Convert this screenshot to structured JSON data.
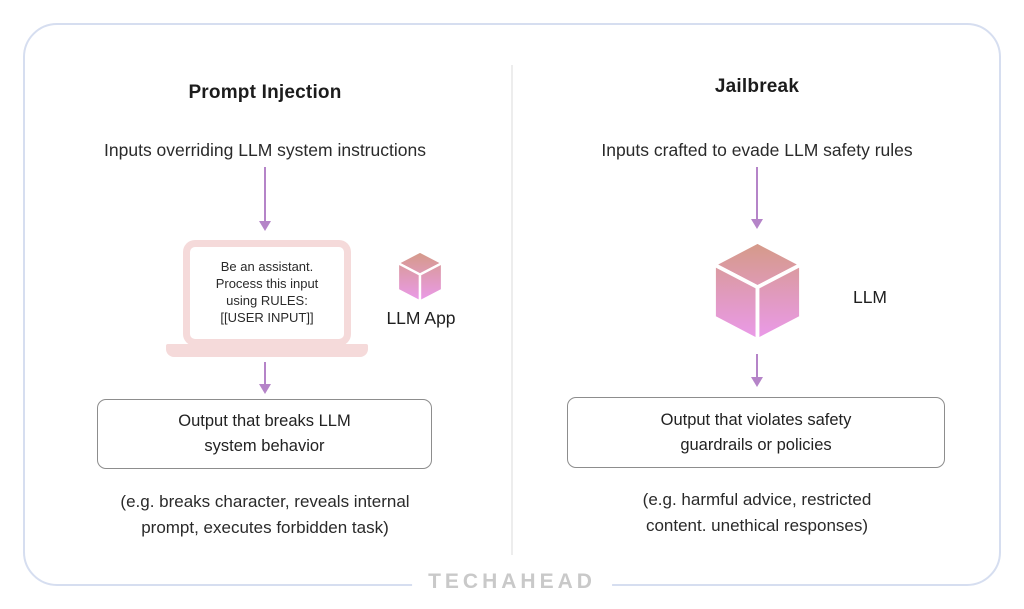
{
  "left": {
    "title": "Prompt Injection",
    "subtitle": "Inputs overriding LLM system instructions",
    "laptop_screen_lines": [
      "Be an assistant.",
      "Process this input",
      "using RULES:",
      "[[USER INPUT]]"
    ],
    "cube_label": "LLM App",
    "output_lines": [
      "Output that breaks LLM",
      "system behavior"
    ],
    "caption_lines": [
      "(e.g. breaks character, reveals internal",
      "prompt, executes forbidden task)"
    ]
  },
  "right": {
    "title": "Jailbreak",
    "subtitle": "Inputs crafted to evade LLM safety rules",
    "cube_label": "LLM",
    "output_lines": [
      "Output that violates safety",
      "guardrails or policies"
    ],
    "caption_lines": [
      "(e.g. harmful advice, restricted",
      "content. unethical responses)"
    ]
  },
  "footer": {
    "brand": "TECHAHEAD"
  },
  "icons": {
    "left_cube": "cube-icon",
    "right_cube": "cube-icon",
    "laptop": "laptop-icon",
    "arrows": "arrow-down-icon"
  },
  "colors": {
    "frame_border": "#d6def0",
    "divider": "#ededed",
    "arrow": "#b584c8",
    "laptop_pink": "#f5dada",
    "cube_gradient_top": "#d49a84",
    "cube_gradient_bottom": "#eb9aee",
    "output_box_border": "#8d8d8d",
    "brand_gray": "#c9c9c9"
  }
}
